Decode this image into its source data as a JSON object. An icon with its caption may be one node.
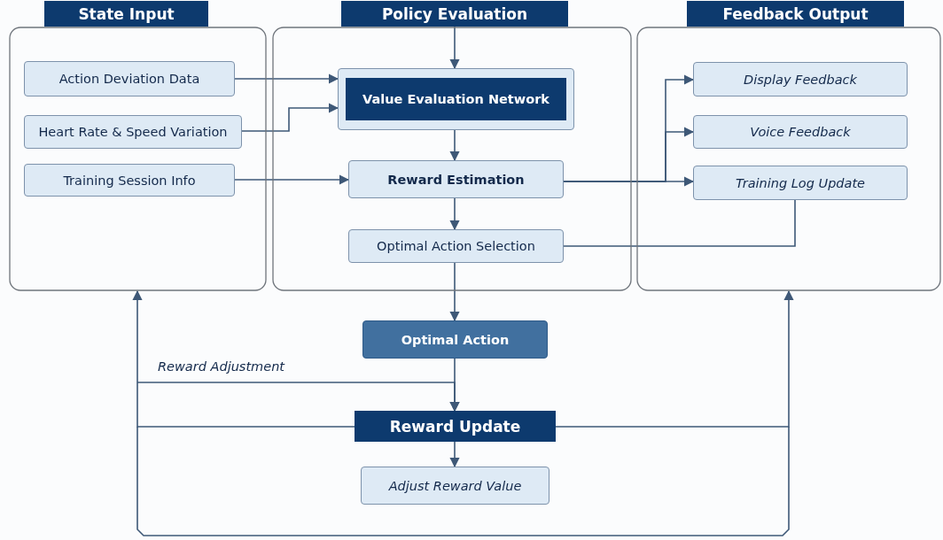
{
  "diagram": {
    "nodes": [
      {
        "text": [],
        "shape": "box"
      },
      {
        "text": [
          "State Input"
        ]
      },
      {
        "text": [
          "Action Deviation Data"
        ],
        "in": 0
      },
      {
        "text": [
          "Heart Rate & Speed Variation"
        ],
        "in": 0
      },
      {
        "text": [
          "Training Session Info"
        ],
        "in": 0
      },
      {
        "text": [],
        "shape": "box"
      },
      {
        "text": [
          "Policy Evaluation"
        ]
      },
      {
        "text": [
          "Value Evaluation Network"
        ],
        "in": 5
      },
      {
        "text": [
          "Reward Estimation"
        ],
        "in": 5
      },
      {
        "text": [
          "Optimal Action Selection"
        ],
        "in": 5
      },
      {
        "text": [],
        "shape": "box"
      },
      {
        "text": [
          "Feedback Output"
        ]
      },
      {
        "text": [
          "Display Feedback"
        ],
        "in": 10
      },
      {
        "text": [
          "Voice Feedback"
        ],
        "in": 10
      },
      {
        "text": [
          "Training Log Update"
        ],
        "in": 10
      },
      {
        "text": [
          "Optimal Action"
        ]
      },
      {
        "text": [
          "Reward Update"
        ]
      },
      {
        "text": [
          "Adjust Reward Value"
        ]
      }
    ],
    "edges": [
      {
        "from": 2,
        "to": 7,
        "arrow": "to"
      },
      {
        "from": 3,
        "to": 7,
        "arrow": "to"
      },
      {
        "from": 4,
        "to": 8,
        "arrow": "to"
      },
      {
        "from": 6,
        "to": 7,
        "arrow": "to"
      },
      {
        "from": 7,
        "to": 8,
        "arrow": "to"
      },
      {
        "from": 8,
        "to": 9,
        "arrow": "to"
      },
      {
        "from": 8,
        "to": 12,
        "arrow": "to"
      },
      {
        "from": 8,
        "to": 13,
        "arrow": "to"
      },
      {
        "from": 8,
        "to": 14,
        "arrow": "to"
      },
      {
        "from": 9,
        "to": 14,
        "arrow": "none"
      },
      {
        "from": 9,
        "to": 15,
        "arrow": "to"
      },
      {
        "from": 15,
        "to": 16,
        "arrow": "to"
      },
      {
        "from": null,
        "to": 16,
        "arrow": "to",
        "label": "Reward Adjustment"
      },
      {
        "from": 16,
        "to": 0,
        "arrow": "to"
      },
      {
        "from": 16,
        "to": 10,
        "arrow": "to"
      },
      {
        "from": 16,
        "to": 17,
        "arrow": "to"
      }
    ]
  }
}
